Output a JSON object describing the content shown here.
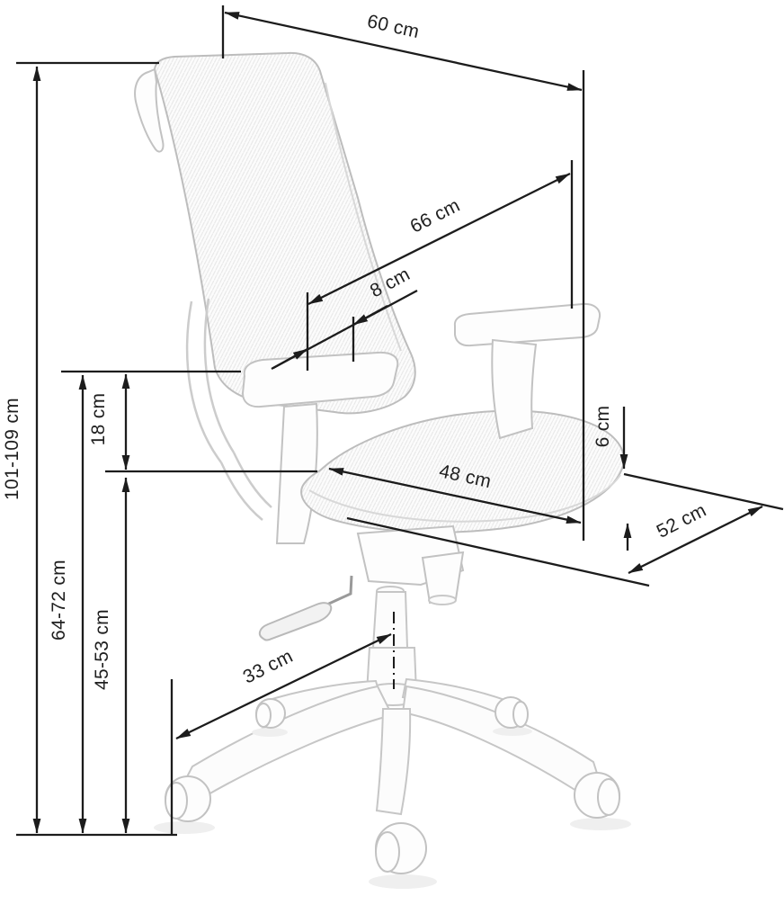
{
  "diagram": {
    "subject": "office-chair-dimension-drawing",
    "unit": "cm",
    "background_color": "#ffffff",
    "dimension_line_color": "#1c1c1c",
    "sketch_line_color": "#c2c2c2",
    "labels": {
      "backrest_width": "60 cm",
      "total_height": "101-109 cm",
      "backrest_diagonal": "66 cm",
      "armrest_setback": "8 cm",
      "armrest_above_seat": "18 cm",
      "armrest_height": "64-72 cm",
      "seat_height": "45-53 cm",
      "seat_width": "48 cm",
      "cushion_thickness": "6 cm",
      "seat_depth": "52 cm",
      "base_arm_length": "33 cm"
    }
  }
}
